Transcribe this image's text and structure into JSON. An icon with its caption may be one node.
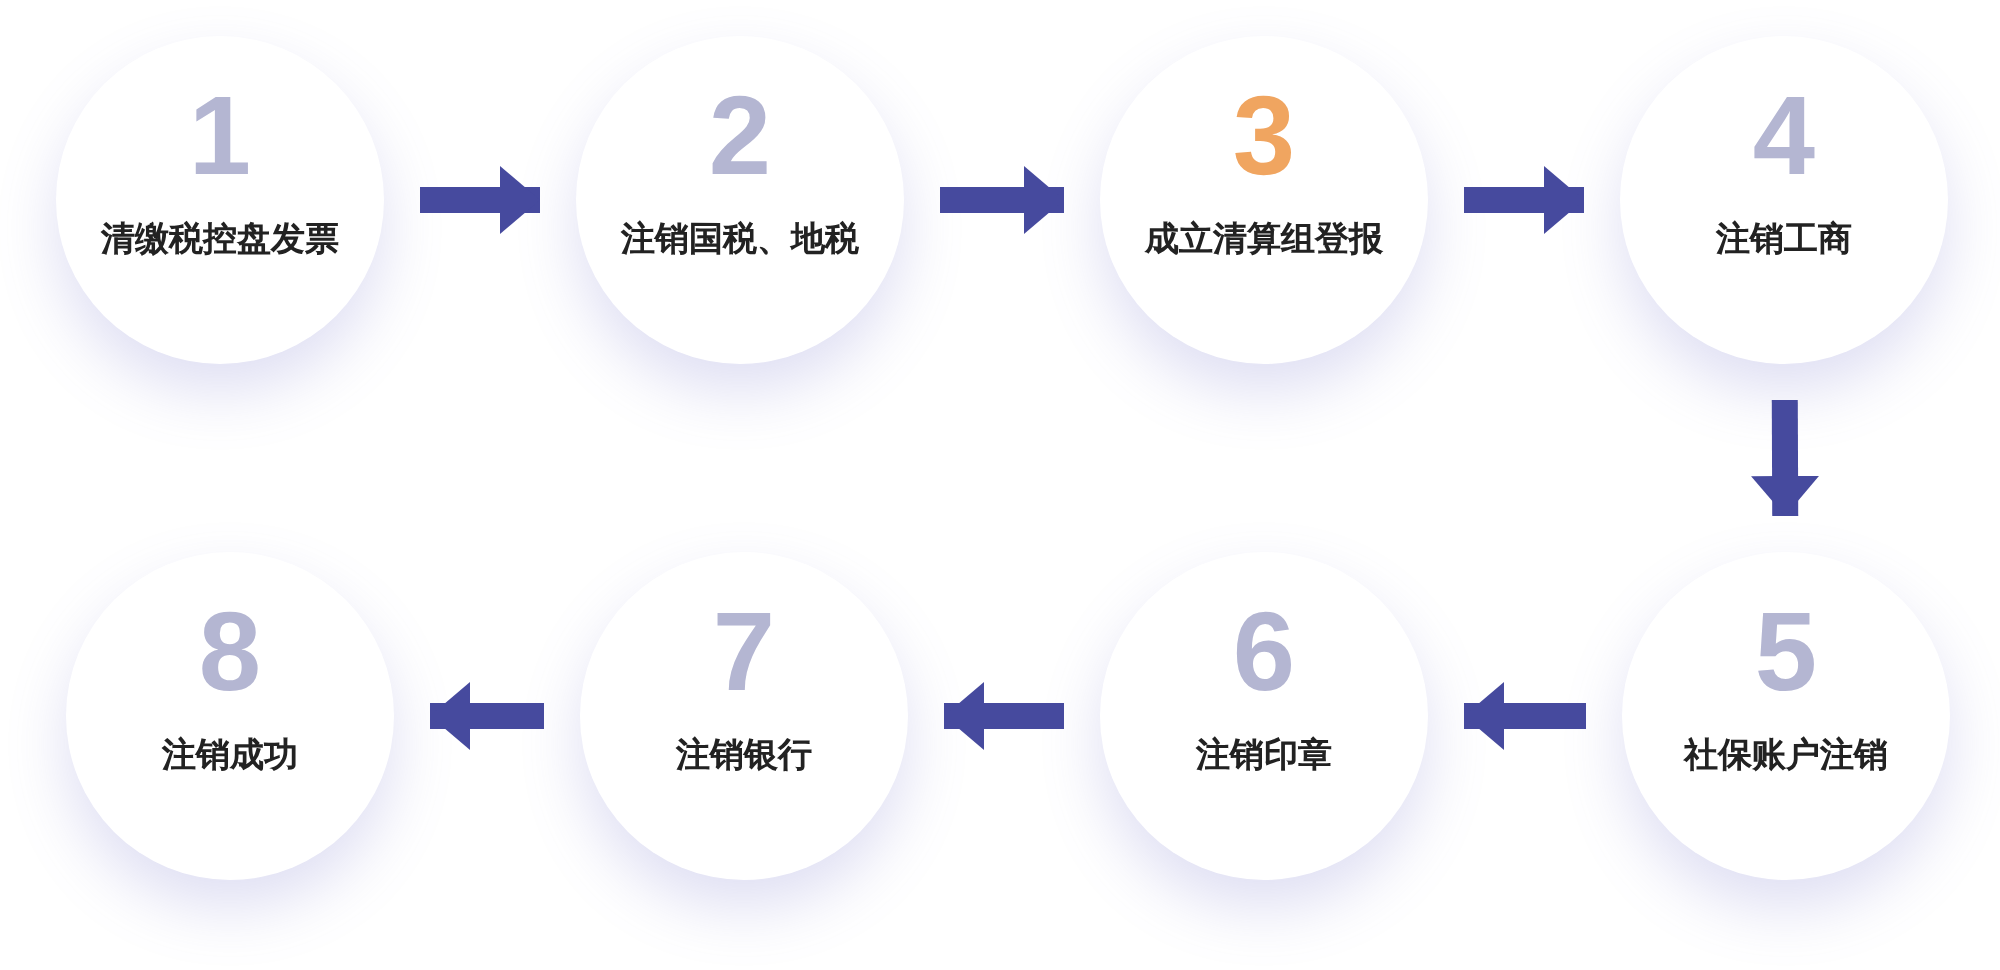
{
  "diagram": {
    "nodes": [
      {
        "text": [
          "1",
          "清缴税控盘发票"
        ]
      },
      {
        "text": [
          "2",
          "注销国税、地税"
        ]
      },
      {
        "text": [
          "3",
          "成立清算组登报"
        ]
      },
      {
        "text": [
          "4",
          "注销工商"
        ]
      },
      {
        "text": [
          "5",
          "社保账户注销"
        ]
      },
      {
        "text": [
          "6",
          "注销印章"
        ]
      },
      {
        "text": [
          "7",
          "注销银行"
        ]
      },
      {
        "text": [
          "8",
          "注销成功"
        ]
      }
    ],
    "edges": [
      {
        "from": 0,
        "to": 1,
        "arrow": "to"
      },
      {
        "from": 1,
        "to": 2,
        "arrow": "to"
      },
      {
        "from": 2,
        "to": 3,
        "arrow": "to"
      },
      {
        "from": 3,
        "to": 4,
        "arrow": "to"
      },
      {
        "from": 4,
        "to": 5,
        "arrow": "to"
      },
      {
        "from": 5,
        "to": 6,
        "arrow": "to"
      },
      {
        "from": 6,
        "to": 7,
        "arrow": "to"
      }
    ]
  }
}
